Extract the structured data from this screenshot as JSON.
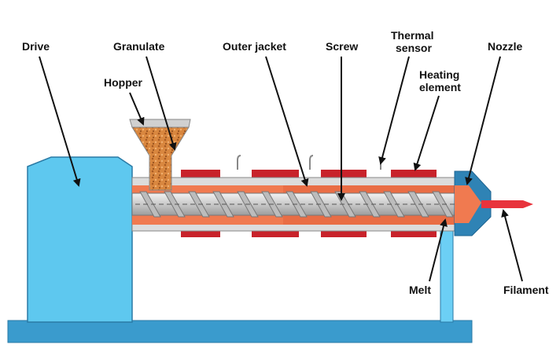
{
  "labels": {
    "drive": "Drive",
    "granulate": "Granulate",
    "hopper": "Hopper",
    "outer_jacket": "Outer jacket",
    "screw": "Screw",
    "thermal_sensor_1": "Thermal",
    "thermal_sensor_2": "sensor",
    "heating_element_1": "Heating",
    "heating_element_2": "element",
    "nozzle": "Nozzle",
    "melt": "Melt",
    "filament": "Filament"
  },
  "colors": {
    "drive": "#5ec8ef",
    "frame": "#4aa3cc",
    "base": "#3a9bcd",
    "barrel": "#dcdcdc",
    "melt": "#f07a50",
    "heater": "#c8222a",
    "granulate": "#d9873f",
    "nozzle": "#2f83b5",
    "filament": "#e8333c"
  }
}
